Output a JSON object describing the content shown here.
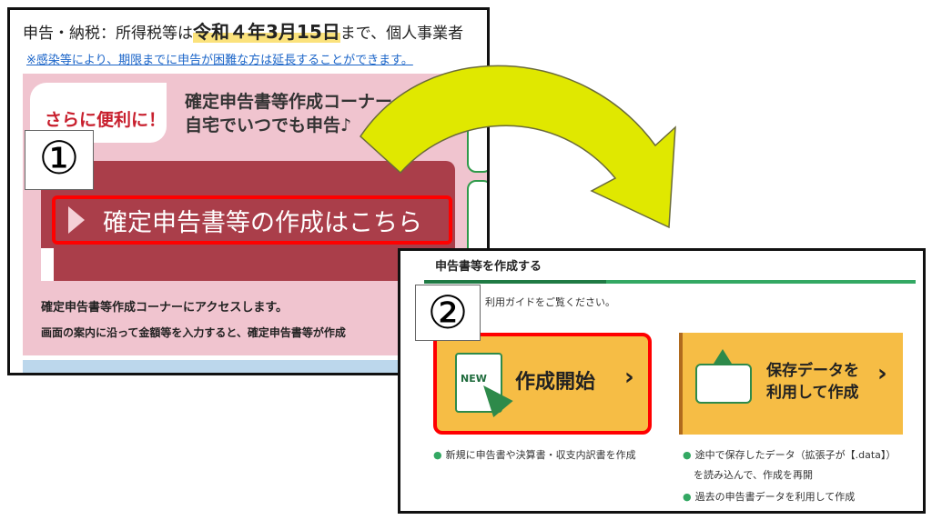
{
  "panel1": {
    "header_prefix": "申告・納税：所得税等は",
    "header_deadline": "令和４年3月15日",
    "header_suffix": "まで、個人事業者",
    "extension_link": "※感染等により、期限までに申告が困難な方は延長することができます。",
    "tag_label": "さらに便利に！",
    "title_line1": "確定申告書等作成コーナー",
    "title_line2": "自宅でいつでも申告♪",
    "create_button_label": "確定申告書等の作成はこちら",
    "desc_line1": "確定申告書等作成コーナーにアクセスします。",
    "desc_line2": "画面の案内に沿って金額等を入力すると、確定申告書等が作成"
  },
  "badges": {
    "step1": "①",
    "step2": "②"
  },
  "panel2": {
    "title": "申告書等を作成する",
    "guide_text": "利用ガイドをご覧ください。",
    "start_button": {
      "icon_text": "NEW",
      "label": "作成開始",
      "chevron": "›"
    },
    "saved_button": {
      "label_line1": "保存データを",
      "label_line2": "利用して作成",
      "chevron": "›"
    },
    "bullets": {
      "new": "新規に申告書や決算書・収支内訳書を作成",
      "resume_line1": "途中で保存したデータ（拡張子が【.data】）",
      "resume_line2": "を読み込んで、作成を再開",
      "past": "過去の申告書データを利用して作成"
    },
    "bullet_dot": "●"
  },
  "colors": {
    "accent_red": "#ff0000",
    "button_maroon": "#aa3e4a",
    "pink_bg": "#f0c4cf",
    "orange_button": "#f6bd45",
    "green": "#33a863",
    "arrow_yellow": "#e0e800"
  }
}
